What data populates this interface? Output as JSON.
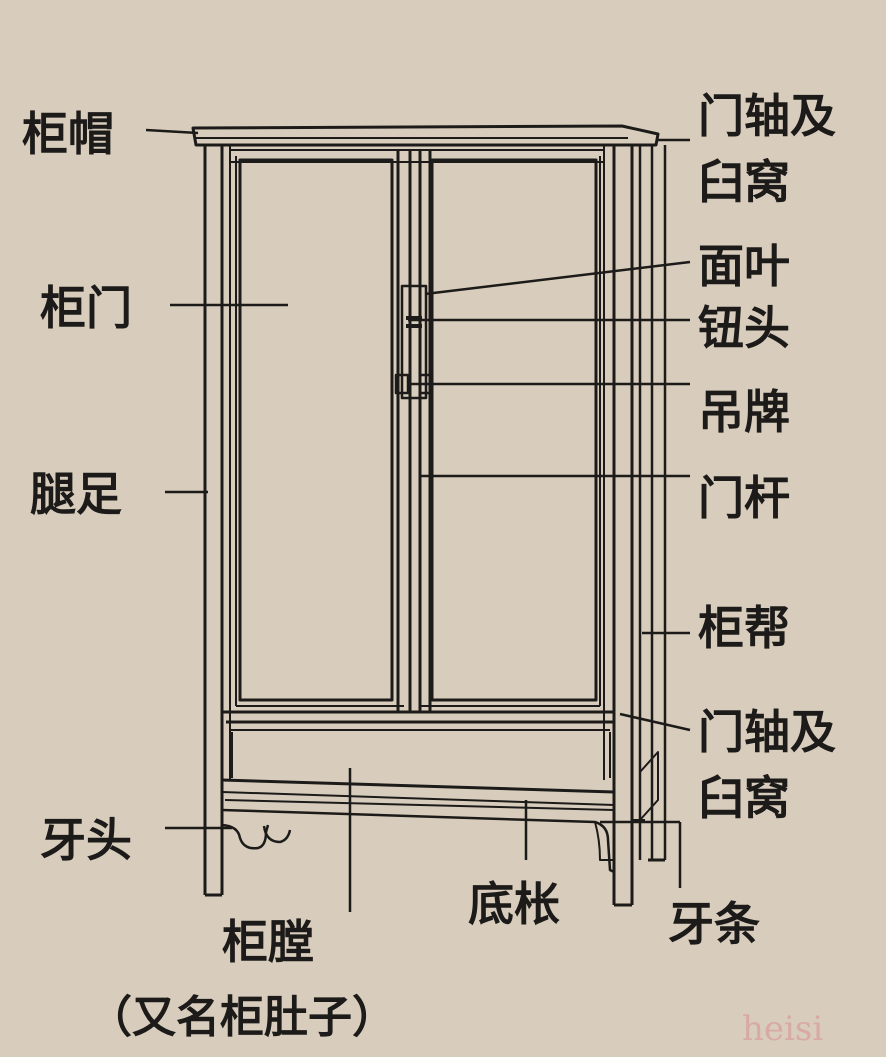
{
  "diagram": {
    "labels": {
      "cap": "柜帽",
      "door": "柜门",
      "leg": "腿足",
      "apron_head": "牙头",
      "belly": "柜膛",
      "belly_alias": "（又名柜肚子）",
      "bottom_stretcher": "底枨",
      "apron_strip": "牙条",
      "pivot_top_1": "门轴及",
      "pivot_top_2": "臼窝",
      "face_plate": "面叶",
      "knob": "钮头",
      "pull": "吊牌",
      "door_bar": "门杆",
      "side_panel": "柜帮",
      "pivot_bottom_1": "门轴及",
      "pivot_bottom_2": "臼窝"
    },
    "watermark": "heisi",
    "colors": {
      "background": "#d8cdbd",
      "ink": "#1d1b19",
      "watermark": "#d9a9a3"
    }
  }
}
